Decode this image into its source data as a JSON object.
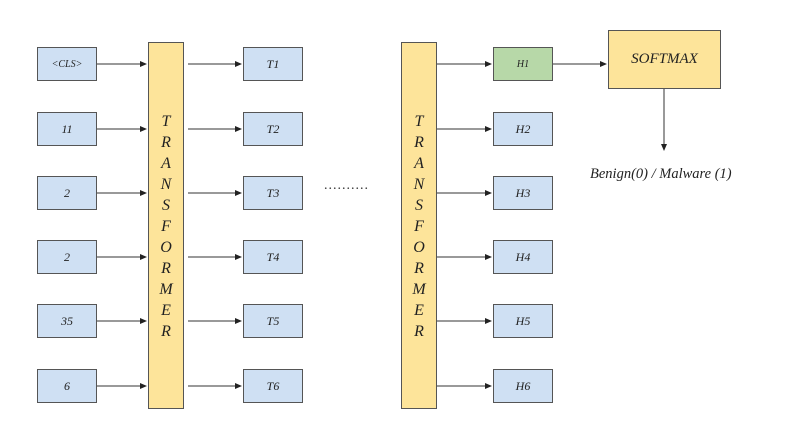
{
  "diagram": {
    "inputs": [
      "<CLS>",
      "11",
      "2",
      "2",
      "35",
      "6"
    ],
    "transformer_label": "TRANSFORMER",
    "transformer_letters": [
      "T",
      "R",
      "A",
      "N",
      "S",
      "F",
      "O",
      "R",
      "M",
      "E",
      "R"
    ],
    "intermediate_outputs": [
      "T1",
      "T2",
      "T3",
      "T4",
      "T5",
      "T6"
    ],
    "ellipsis": "..........",
    "final_outputs": [
      "H1",
      "H2",
      "H3",
      "H4",
      "H5",
      "H6"
    ],
    "softmax_label": "SOFTMAX",
    "result_label": "Benign(0) / Malware (1)",
    "colors": {
      "token_box": "#cfe0f3",
      "transformer": "#fde49a",
      "cls_output": "#b7d8a8",
      "softmax": "#fde49a",
      "border": "#555555"
    }
  }
}
